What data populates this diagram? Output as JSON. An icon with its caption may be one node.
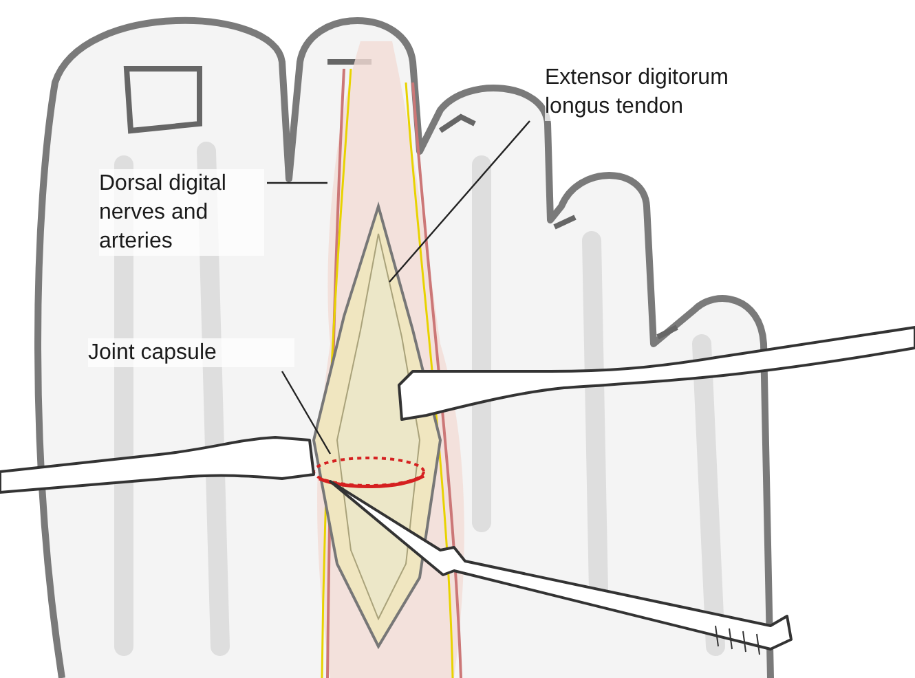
{
  "diagram": {
    "nodes": [
      {
        "text": [
          "Dorsal digital nerves and arteries"
        ]
      },
      {
        "text": [
          "Extensor digitorum longus tendon"
        ]
      },
      {
        "text": [
          "Joint capsule"
        ]
      }
    ],
    "edges": [
      {
        "from": 0,
        "to": null,
        "arrow": "none"
      },
      {
        "from": 1,
        "to": null,
        "arrow": "none"
      },
      {
        "from": 2,
        "to": null,
        "arrow": "none"
      }
    ]
  }
}
